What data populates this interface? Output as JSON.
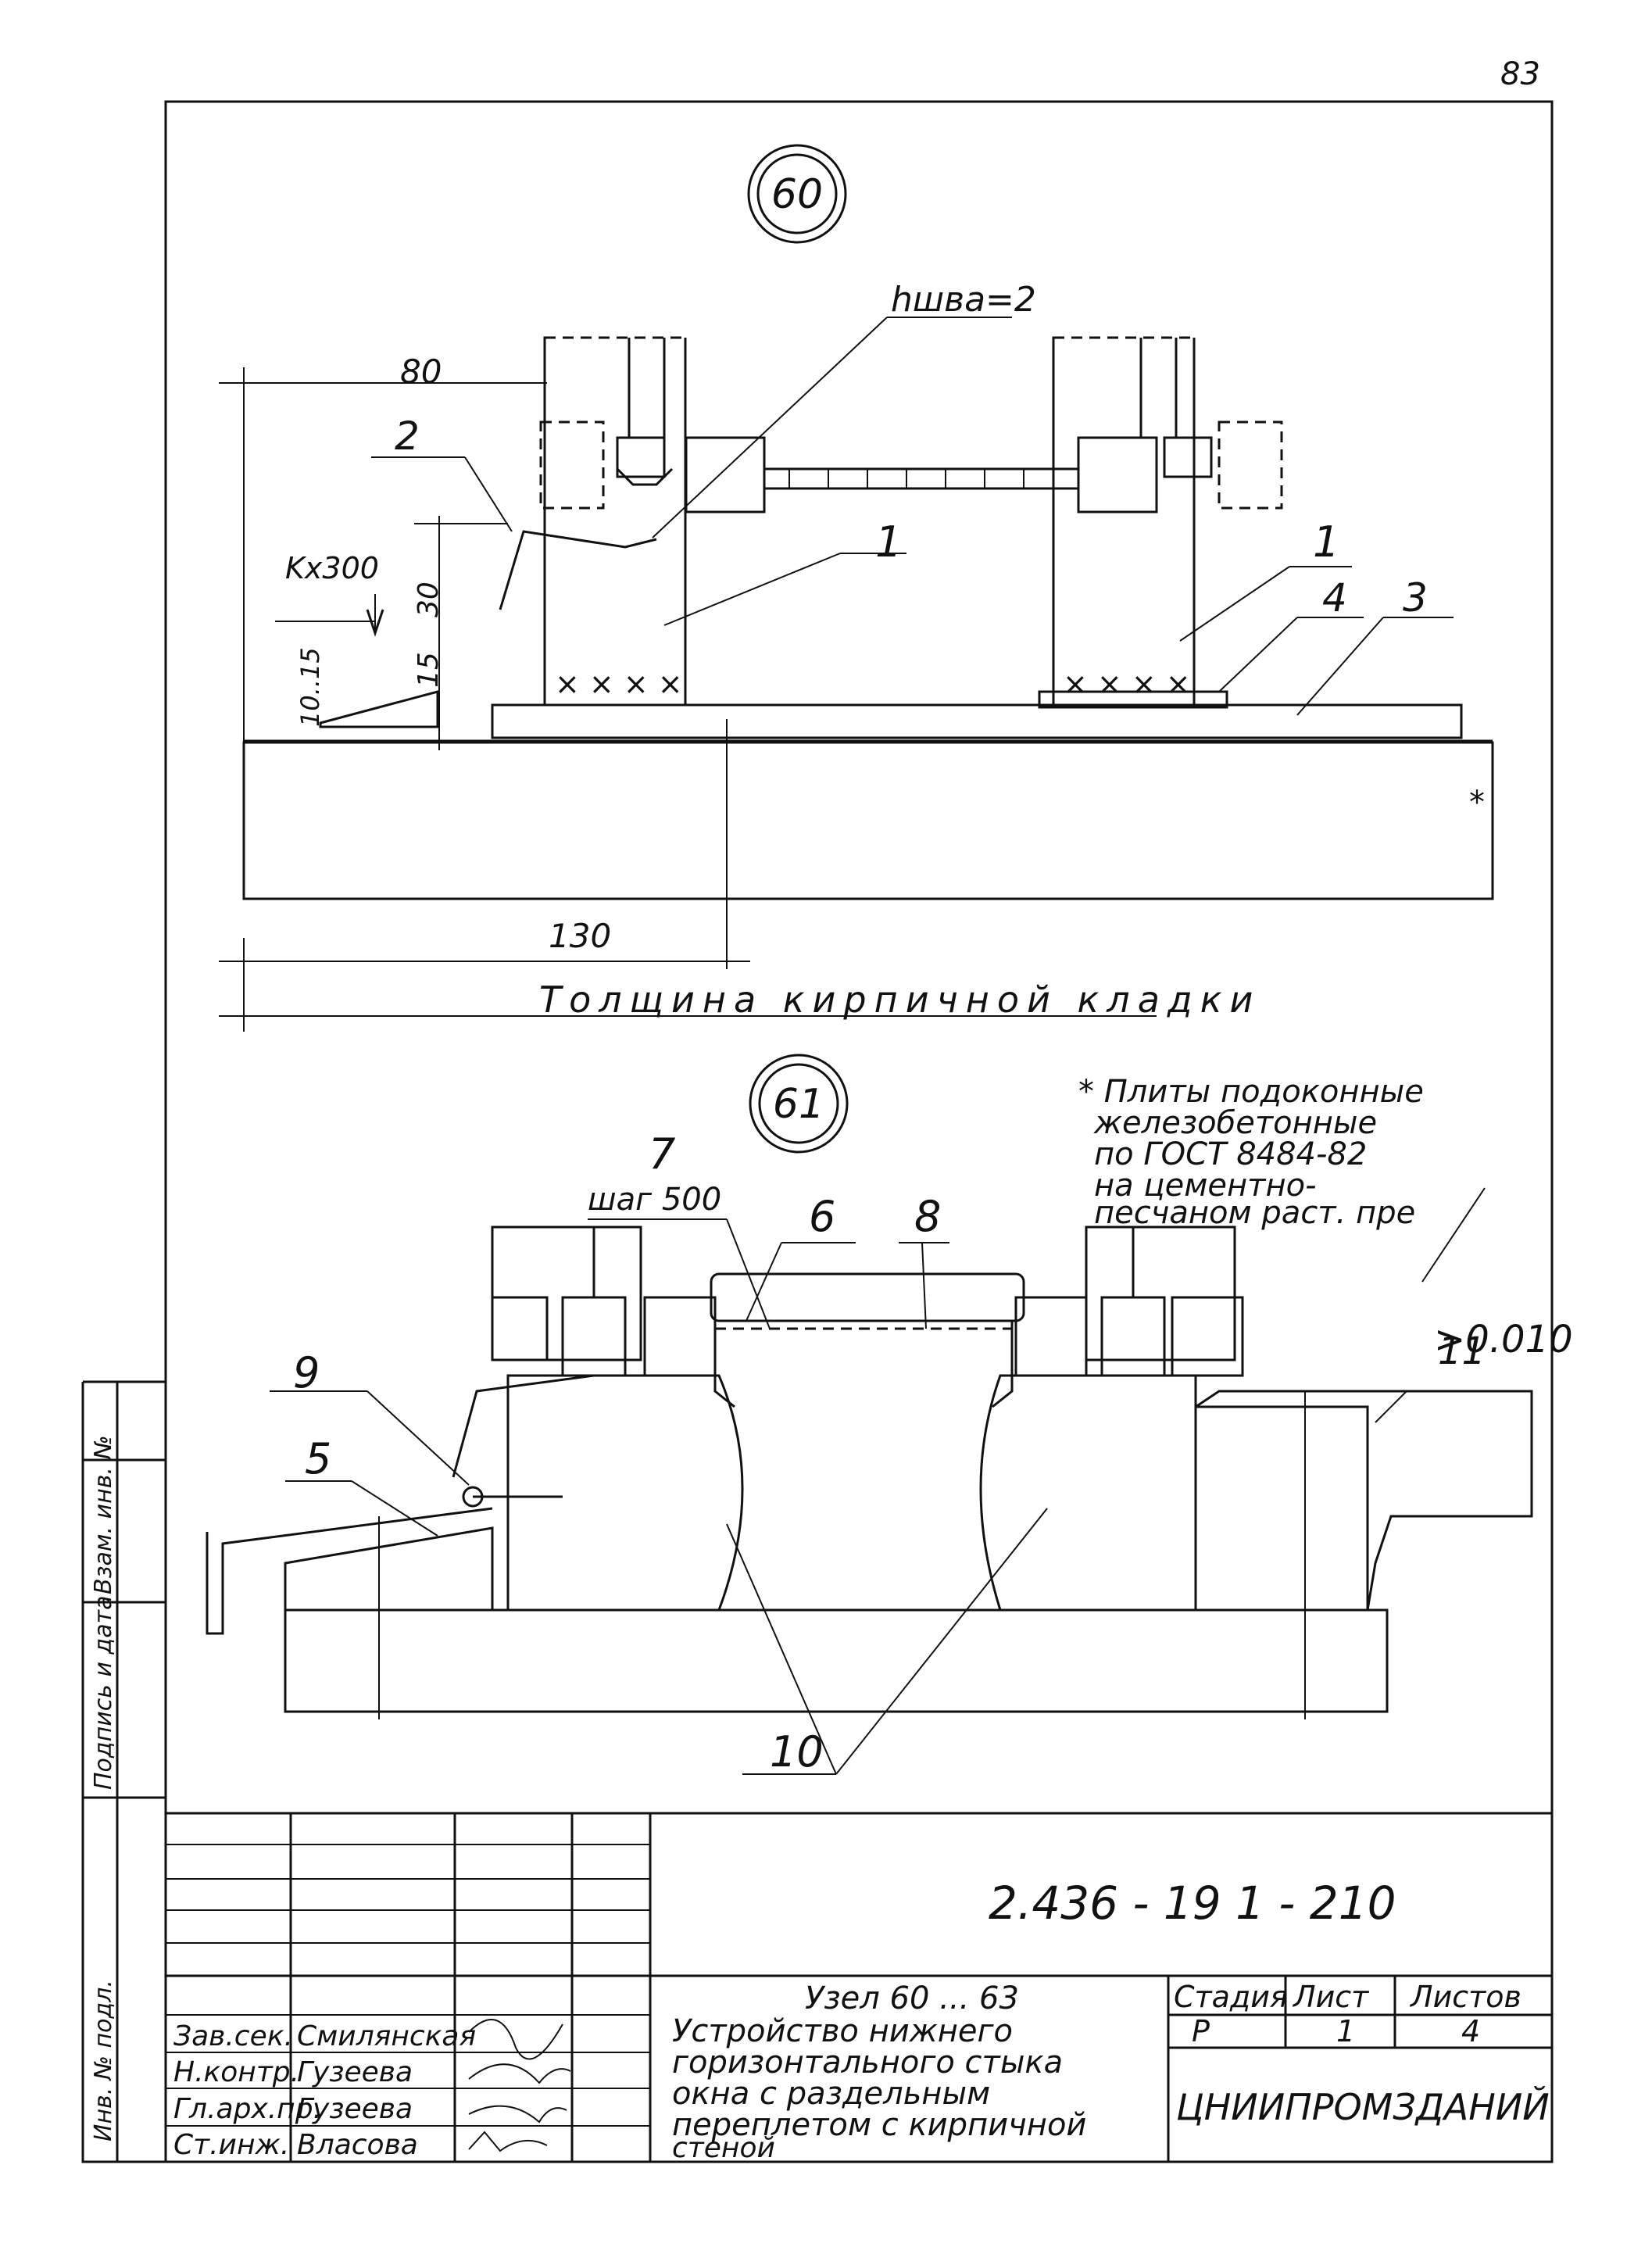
{
  "page_number": "83",
  "node_60": {
    "circle_label": "60",
    "weld_label": "hшвa=2",
    "dim_80": "80",
    "dim_kx300": "Kx300",
    "dim_30": "30",
    "dim_15": "15",
    "dim_10_15": "10..15",
    "dim_130": "130",
    "callouts": [
      "1",
      "2",
      "1",
      "4",
      "3"
    ],
    "caption": "Толщина кирпичной кладки",
    "footnote_mark": "*"
  },
  "node_61": {
    "circle_label": "61",
    "callout_7": "7",
    "step_label": "шаг 500",
    "callouts": [
      "6",
      "8",
      "9",
      "5",
      "10",
      "11"
    ],
    "level_label": ">0.010"
  },
  "note": {
    "lines": [
      "* Плиты подоконные",
      "железобетонные",
      "по ГОСТ 8484-82",
      "на цементно-",
      "песчаном раст. пре"
    ]
  },
  "left_stamp": {
    "cells": [
      "Инв. № подл.",
      "Подпись и дата",
      "Взам. инв. №"
    ]
  },
  "title_block": {
    "doc_code": "2.436 - 19 1 - 210",
    "title_lines": [
      "Узел 60 ... 63",
      "Устройство нижнего",
      "горизонтального стыка",
      "окна с раздельным",
      "переплетом с кирпичной",
      "стеной"
    ],
    "roles": [
      {
        "role": "Зав.сек.",
        "name": "Смилянская"
      },
      {
        "role": "Н.контр.",
        "name": "Гузеева"
      },
      {
        "role": "Гл.арх.пр.",
        "name": "Гузеева"
      },
      {
        "role": "Ст.инж.",
        "name": "Власова"
      }
    ],
    "stage_header": "Стадия",
    "sheet_header": "Лист",
    "sheets_header": "Листов",
    "stage": "Р",
    "sheet": "1",
    "sheets": "4",
    "organization": "ЦНИИПРОМЗДАНИЙ"
  }
}
